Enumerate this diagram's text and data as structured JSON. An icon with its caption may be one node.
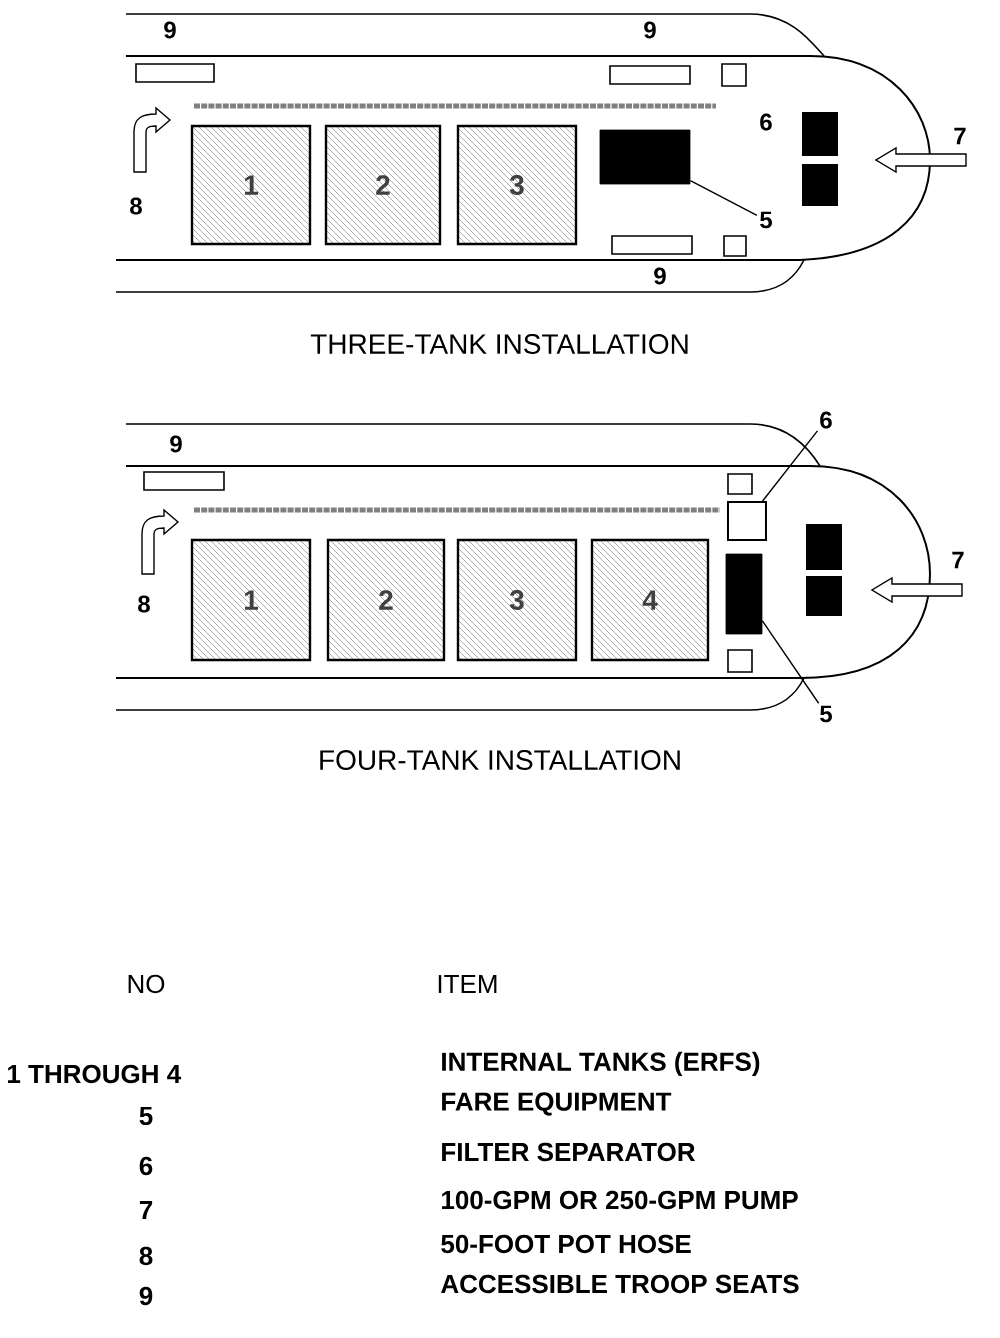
{
  "diagram": {
    "nodes": [
      {
        "text": [
          "1"
        ]
      },
      {
        "text": [
          "2"
        ]
      },
      {
        "text": [
          "3"
        ]
      },
      {
        "text": [],
        "shape": "box"
      },
      {
        "text": [
          "5"
        ]
      },
      {
        "text": [
          "1"
        ]
      },
      {
        "text": [
          "2"
        ]
      },
      {
        "text": [
          "3"
        ]
      },
      {
        "text": [
          "4"
        ]
      },
      {
        "text": [],
        "shape": "box"
      },
      {
        "text": [
          "6"
        ]
      },
      {
        "text": [],
        "shape": "box"
      },
      {
        "text": [
          "5"
        ]
      }
    ],
    "edges": [
      {
        "from": 4,
        "to": 3,
        "arrow": "none"
      },
      {
        "from": 10,
        "to": 9,
        "arrow": "none"
      },
      {
        "from": 12,
        "to": 11,
        "arrow": "none"
      }
    ],
    "labels": [
      "9",
      "9",
      "6",
      "7",
      "8",
      "9",
      "THREE-TANK INSTALLATION",
      "9",
      "8",
      "7",
      "FOUR-TANK INSTALLATION",
      "NO",
      "ITEM",
      "1 THROUGH 4",
      "INTERNAL TANKS (ERFS)",
      "5",
      "FARE EQUIPMENT",
      "6",
      "FILTER SEPARATOR",
      "7",
      "100-GPM OR 250-GPM PUMP",
      "8",
      "50-FOOT POT HOSE",
      "9",
      "ACCESSIBLE TROOP SEATS"
    ]
  }
}
